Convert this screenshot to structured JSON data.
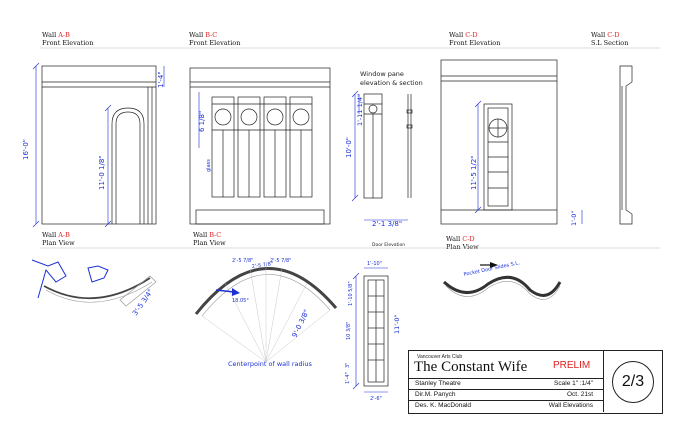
{
  "headers": {
    "ab_front": {
      "prefix": "Wall ",
      "wall": "A-B",
      "sub": "Front Elevation"
    },
    "bc_front": {
      "prefix": "Wall ",
      "wall": "B-C",
      "sub": "Front Elevation"
    },
    "cd_front": {
      "prefix": "Wall ",
      "wall": "C-D",
      "sub": "Front Elevation"
    },
    "cd_section": {
      "prefix": "Wall ",
      "wall": "C-D",
      "sub": "S.L Section"
    },
    "ab_plan": {
      "prefix": "Wall ",
      "wall": "A-B",
      "sub": "Plan View"
    },
    "bc_plan": {
      "prefix": "Wall ",
      "wall": "B-C",
      "sub": "Plan View"
    },
    "cd_plan": {
      "prefix": "Wall ",
      "wall": "C-D",
      "sub": "Plan View"
    }
  },
  "dims": {
    "height_16": "16'-0\"",
    "arch_opening": "11'-0 1/8\"",
    "cap_1_4": "1'-4\"",
    "bc_top": "6 1/8\"",
    "wall_10": "10'-0\"",
    "pane_top": "1'-11 1/4\"",
    "pane_width": "2'-1 3/8\"",
    "door_height": "11'-5 1/2\"",
    "section_base": "1'-0\"",
    "ab_plan": "3'-5 3/4\"",
    "arc_1": "2'-5 7/8\"",
    "arc_2": "2'-5 7/8\"",
    "arc_3": "2'-5 7/8\"",
    "radius": "9'-0 3/8\"",
    "angle": "18.05°",
    "door_w": "1'-10\"",
    "door_top": "1'-10 5/8\"",
    "door_mid": "10 3/8\"",
    "door_full": "11'-0\"",
    "door_base1": "1'-4\"",
    "door_base2": "3\"",
    "door_bottom": "2'-6\""
  },
  "notes": {
    "window_pane": "Window pane",
    "window_pane2": "elevation & section",
    "door_elevation": "Door Elevation",
    "glass": "glass",
    "pocket_door": "Pocket Door Slides S.L.",
    "centerpoint": "Centerpoint of wall radius"
  },
  "titleblock": {
    "club": "Vancouver Arts Club",
    "title": "The Constant Wife",
    "status": "PRELIM",
    "venue": "Stanley Theatre",
    "scale": "Scale 1\" :1/4\"",
    "director": "Dir.M. Panych",
    "date": "Oct. 21st",
    "designer": "Des. K. MacDonald",
    "sheet_name": "Wall Elevations",
    "sheet_no": "2/3"
  },
  "colors": {
    "ink": "#222222",
    "dimension": "#1a2fd6",
    "accent": "#d22222",
    "hatch": "#888888"
  }
}
